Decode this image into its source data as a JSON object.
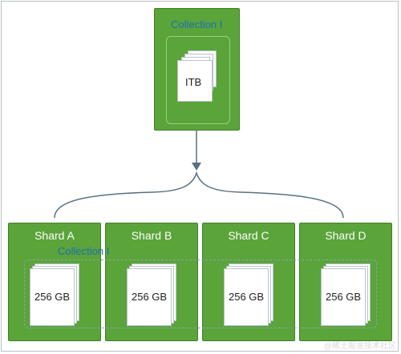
{
  "collection": {
    "title": "Collection I",
    "size_label": "ITB"
  },
  "shards": [
    {
      "name": "Shard A",
      "size_label": "256 GB"
    },
    {
      "name": "Shard B",
      "size_label": "256 GB"
    },
    {
      "name": "Shard C",
      "size_label": "256 GB"
    },
    {
      "name": "Shard D",
      "size_label": "256 GB"
    }
  ],
  "shard_collection_label": "Collection I",
  "watermark": "@稀土掘金技术社区",
  "colors": {
    "box_fill": "#5aa43a",
    "label_blue": "#1f6fb3",
    "connector": "#5a7080"
  }
}
